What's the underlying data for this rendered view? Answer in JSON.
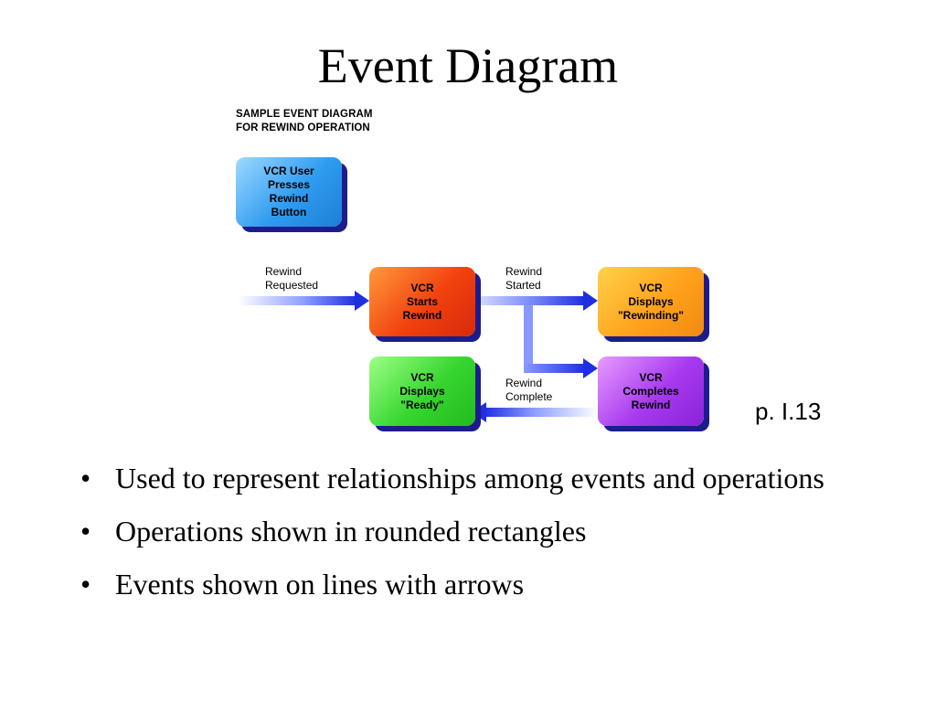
{
  "slide": {
    "title": "Event Diagram",
    "page_ref": "p. I.13"
  },
  "diagram": {
    "caption": [
      "SAMPLE EVENT DIAGRAM",
      "FOR REWIND OPERATION"
    ],
    "operations": {
      "user_presses": [
        "VCR User",
        "Presses",
        "Rewind",
        "Button"
      ],
      "starts_rewind": [
        "VCR",
        "Starts",
        "Rewind"
      ],
      "displays_rewinding": [
        "VCR",
        "Displays",
        "\"Rewinding\""
      ],
      "displays_ready": [
        "VCR",
        "Displays",
        "\"Ready\""
      ],
      "completes_rewind": [
        "VCR",
        "Completes",
        "Rewind"
      ]
    },
    "events": {
      "rewind_requested": [
        "Rewind",
        "Requested"
      ],
      "rewind_started": [
        "Rewind",
        "Started"
      ],
      "rewind_complete": [
        "Rewind",
        "Complete"
      ]
    },
    "colors": {
      "operation_user": "#2f9cf0",
      "operation_start": "#f2410f",
      "operation_rewinding": "#ffa21c",
      "operation_ready": "#37d62f",
      "operation_complete": "#a83aef",
      "arrow": "#1f2fe0",
      "shadow": "#1c1c8c"
    }
  },
  "bullets": [
    "Used to represent relationships among events and operations",
    "Operations shown in rounded rectangles",
    "Events shown on lines with arrows"
  ]
}
